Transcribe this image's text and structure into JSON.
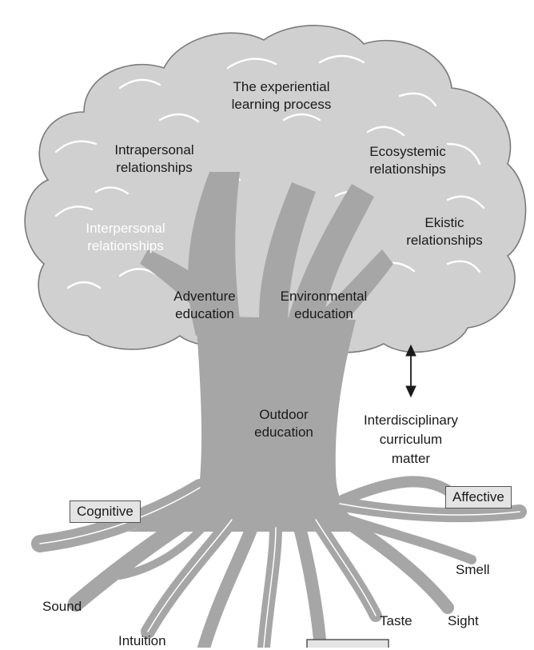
{
  "canopy_labels": {
    "experiential": [
      "The experiential",
      "learning process"
    ],
    "intrapersonal": [
      "Intrapersonal",
      "relationships"
    ],
    "ecosystemic": [
      "Ecosystemic",
      "relationships"
    ],
    "interpersonal": [
      "Interpersonal",
      "relationships"
    ],
    "ekistic": [
      "Ekistic",
      "relationships"
    ]
  },
  "trunk_labels": {
    "adventure": [
      "Adventure",
      "education"
    ],
    "environmental": [
      "Environmental",
      "education"
    ],
    "outdoor": [
      "Outdoor",
      "education"
    ]
  },
  "side_labels": {
    "interdisciplinary": [
      "Interdisciplinary",
      "curriculum",
      "matter"
    ]
  },
  "root_boxes": {
    "cognitive": "Cognitive",
    "affective": "Affective"
  },
  "root_labels": {
    "sound": "Sound",
    "intuition": "Intuition",
    "taste": "Taste",
    "sight": "Sight",
    "smell": "Smell"
  },
  "colors": {
    "canopy": "#d0d0d0",
    "canopy_outline": "#7a7a7a",
    "trunk": "#a6a6a6",
    "box_fill": "#e4e4e4"
  }
}
